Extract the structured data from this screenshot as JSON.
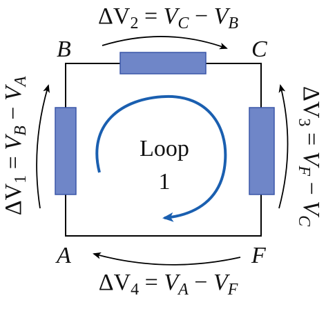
{
  "nodes": {
    "a": "A",
    "b": "B",
    "c": "C",
    "f": "F"
  },
  "equations": {
    "top": {
      "delta": "ΔV",
      "sub": "2",
      "eq": " = ",
      "v1": "V",
      "s1": "C",
      "minus": " − ",
      "v2": "V",
      "s2": "B"
    },
    "left": {
      "delta": "ΔV",
      "sub": "1",
      "eq": " = ",
      "v1": "V",
      "s1": "B",
      "minus": " − ",
      "v2": "V",
      "s2": "A"
    },
    "right": {
      "delta": "ΔV",
      "sub": "3",
      "eq": " = ",
      "v1": "V",
      "s1": "F",
      "minus": " − ",
      "v2": "V",
      "s2": "C"
    },
    "bottom": {
      "delta": "ΔV",
      "sub": "4",
      "eq": " = ",
      "v1": "V",
      "s1": "A",
      "minus": " − ",
      "v2": "V",
      "s2": "F"
    }
  },
  "loop": {
    "line1": "Loop",
    "line2": "1"
  },
  "colors": {
    "wire": "#000000",
    "resistor_fill": "#6f86c8",
    "resistor_stroke": "#3a56a8",
    "loop_arrow": "#1a5fb0",
    "arrows": "#000000"
  }
}
